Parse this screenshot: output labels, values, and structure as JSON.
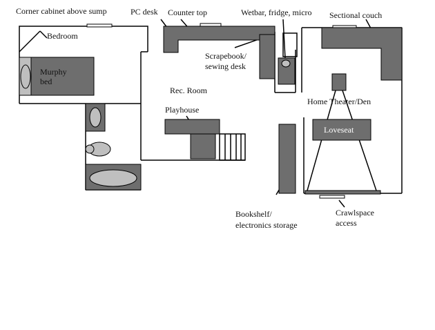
{
  "labels": {
    "corner_cabinet": "Corner cabinet above sump",
    "pc_desk": "PC desk",
    "counter_top": "Counter top",
    "wetbar": "Wetbar, fridge, micro",
    "sectional_couch": "Sectional couch",
    "bedroom": "Bedroom",
    "murphy_bed_line1": "Murphy",
    "murphy_bed_line2": "bed",
    "scrapbook_line1": "Scrapebook/",
    "scrapbook_line2": "sewing desk",
    "rec_room": "Rec. Room",
    "home_theater": "Home Theater/Den",
    "playhouse": "Playhouse",
    "loveseat": "Loveseat",
    "bookshelf_line1": "Bookshelf/",
    "bookshelf_line2": "electronics storage",
    "crawlspace_line1": "Crawlspace",
    "crawlspace_line2": "access"
  },
  "colors": {
    "wall": "#000000",
    "furniture": "#6e6e6e",
    "fixture": "#bfbfbf",
    "window": "#ffffff",
    "background": "#ffffff"
  }
}
